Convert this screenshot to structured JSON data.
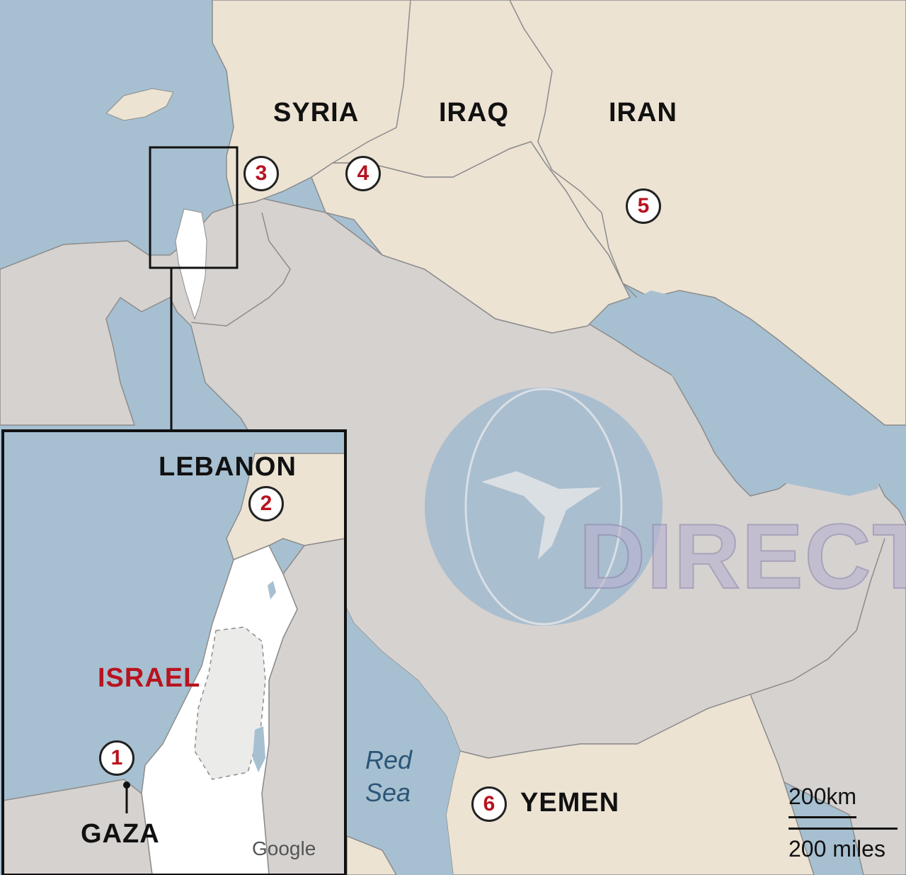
{
  "map": {
    "countries": {
      "syria": "SYRIA",
      "iraq": "IRAQ",
      "iran": "IRAN",
      "lebanon": "LEBANON",
      "israel": "ISRAEL",
      "yemen": "YEMEN"
    },
    "places": {
      "gaza": "GAZA"
    },
    "seas": {
      "red_sea_line1": "Red",
      "red_sea_line2": "Sea"
    },
    "markers": [
      "1",
      "2",
      "3",
      "4",
      "5",
      "6"
    ],
    "scale": {
      "km": "200km",
      "miles": "200 miles"
    },
    "credit": "Google",
    "watermark_text": "DIRECT",
    "colors": {
      "water": "#a7c0d1",
      "land_highlight": "#ece3d3",
      "land_other": "#d6d2d0",
      "israel_fill": "#ffffff",
      "marker_number": "#b8131f",
      "israel_label": "#b8131f"
    }
  }
}
